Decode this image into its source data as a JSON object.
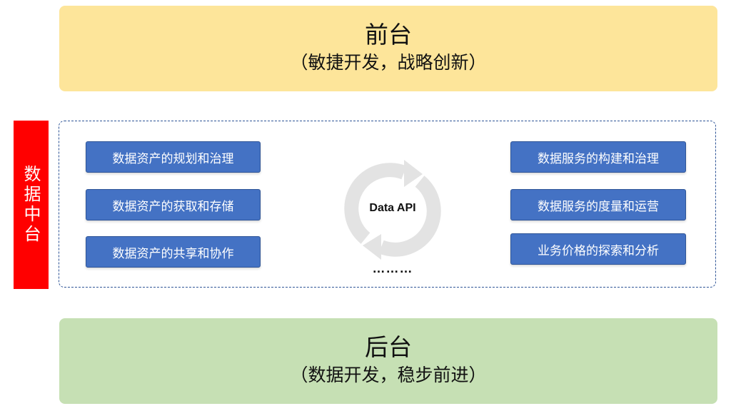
{
  "front": {
    "title": "前台",
    "subtitle": "（敏捷开发，战略创新）"
  },
  "middle": {
    "label": "数据中台",
    "left_items": [
      "数据资产的规划和治理",
      "数据资产的获取和存储",
      "数据资产的共享和协作"
    ],
    "right_items": [
      "数据服务的构建和治理",
      "数据服务的度量和运营",
      "业务价格的探索和分析"
    ],
    "center_label": "Data API",
    "ellipsis": "………"
  },
  "back": {
    "title": "后台",
    "subtitle": "（数据开发，稳步前进）"
  },
  "colors": {
    "front_bg": "#fde59a",
    "back_bg": "#c6e0b4",
    "middle_label_bg": "#ff0000",
    "capability_box": "#4472c4",
    "frame_border": "#2f5597",
    "cycle_arrows": "#e3e3e3"
  },
  "icons": {
    "center": "refresh-cycle-icon"
  }
}
